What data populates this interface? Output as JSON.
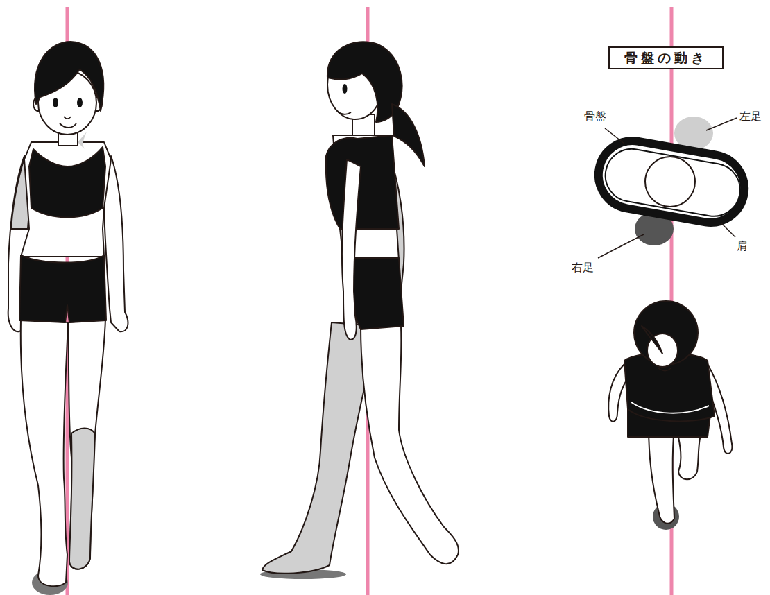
{
  "diagram": {
    "nodes": [
      {
        "text": [
          "骨盤の動き"
        ]
      }
    ],
    "labels": [
      "骨盤",
      "左足",
      "肩",
      "右足"
    ]
  }
}
